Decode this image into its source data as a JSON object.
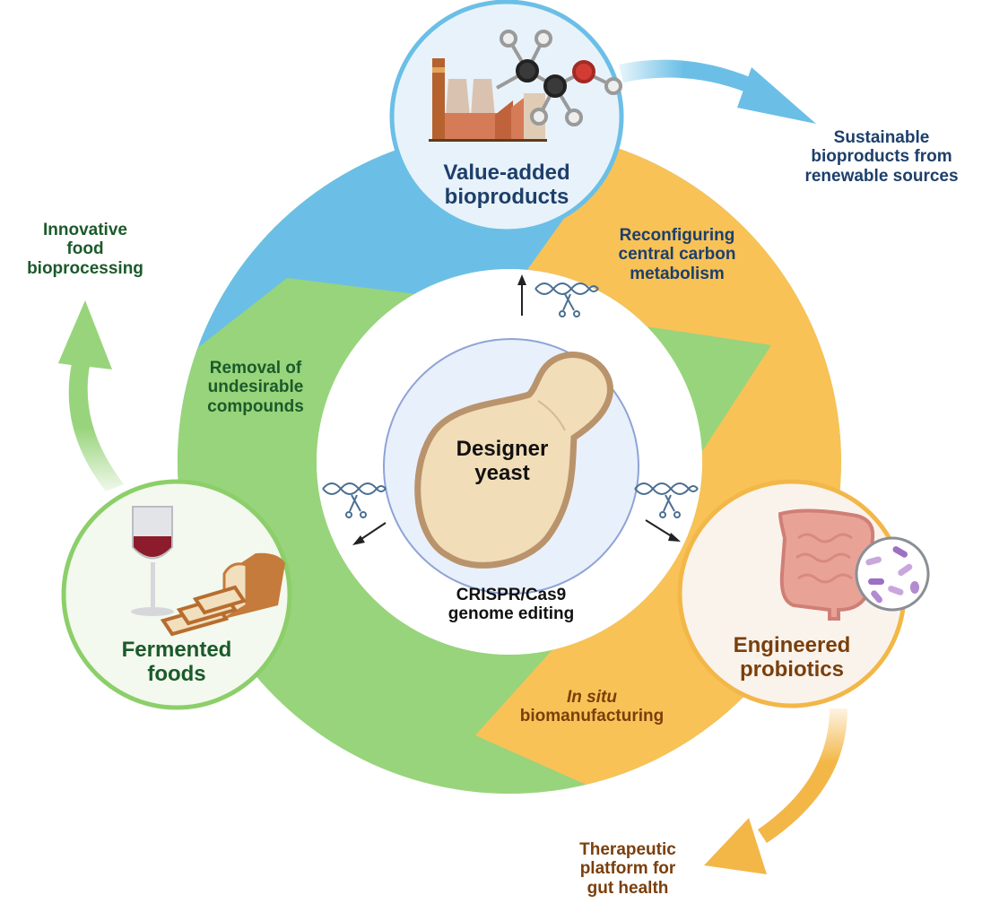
{
  "colors": {
    "blue_segment": "#6bbfe6",
    "green_segment": "#98d47b",
    "yellow_segment": "#f8c257",
    "center_disc": "#e8f0fb",
    "center_disc_border": "#8fa3d6",
    "yeast_fill": "#f1ddb8",
    "yeast_border": "#b9936b",
    "blue_text": "#1d3f6b",
    "green_text": "#1b5a2a",
    "brown_text": "#7a3f0c"
  },
  "center": {
    "title_line1": "Designer",
    "title_line2": "yeast",
    "method_line1": "CRISPR/Cas9",
    "method_line2": "genome editing"
  },
  "nodes": {
    "value_added": {
      "line1": "Value-added",
      "line2": "bioproducts",
      "icon": "factory-ethanol-molecule-icon"
    },
    "fermented": {
      "line1": "Fermented",
      "line2": "foods",
      "icon": "wine-bread-icon"
    },
    "probiotics": {
      "line1": "Engineered",
      "line2": "probiotics",
      "icon": "intestine-bacteria-icon"
    }
  },
  "segment_labels": {
    "blue": {
      "line1": "Reconfiguring",
      "line2": "central carbon",
      "line3": "metabolism"
    },
    "green": {
      "line1": "Removal of",
      "line2": "undesirable",
      "line3": "compounds"
    },
    "yellow": {
      "line1": "In situ",
      "line2": "biomanufacturing"
    }
  },
  "outcomes": {
    "sustainable": {
      "line1": "Sustainable",
      "line2": "bioproducts from",
      "line3": "renewable sources"
    },
    "food": {
      "line1": "Innovative",
      "line2": "food",
      "line3": "bioprocessing"
    },
    "therapeutic": {
      "line1": "Therapeutic",
      "line2": "platform for",
      "line3": "gut health"
    }
  }
}
